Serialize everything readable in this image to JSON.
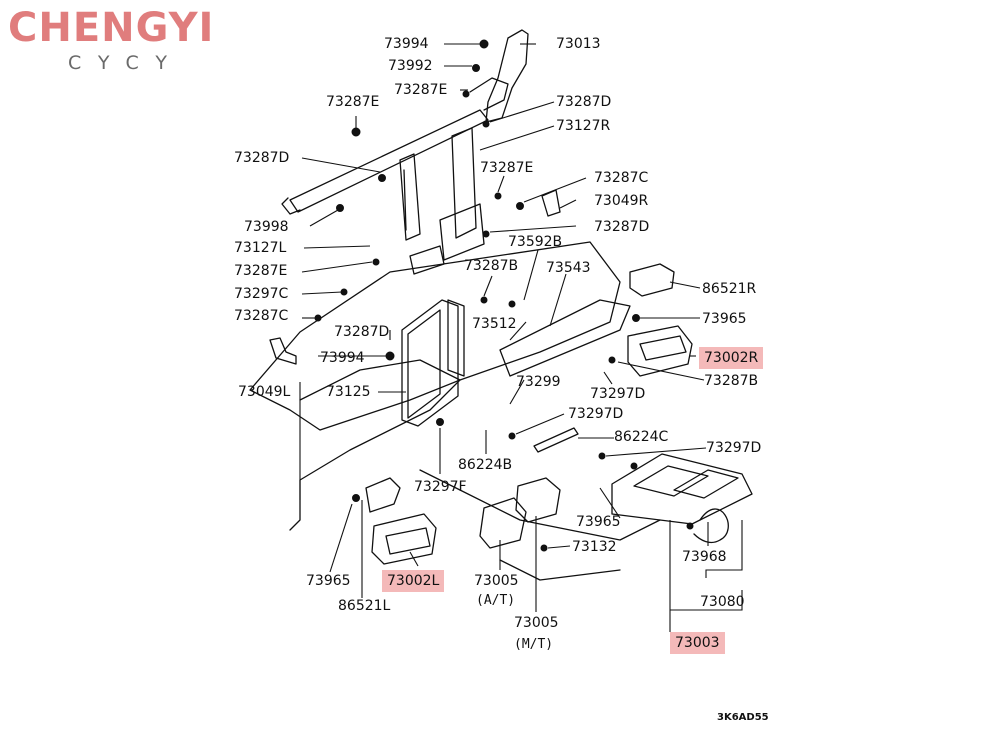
{
  "logo": {
    "main": "CHENGYI",
    "sub": "CYCY"
  },
  "diagram_code": "3K6AD55",
  "parts": [
    {
      "id": "p73994a",
      "text": "73994"
    },
    {
      "id": "p73013",
      "text": "73013"
    },
    {
      "id": "p73992",
      "text": "73992"
    },
    {
      "id": "p73287e_top",
      "text": "73287E"
    },
    {
      "id": "p73287e_left",
      "text": "73287E"
    },
    {
      "id": "p73287d_top",
      "text": "73287D"
    },
    {
      "id": "p73127r",
      "text": "73127R"
    },
    {
      "id": "p73287d_left",
      "text": "73287D"
    },
    {
      "id": "p73287e_mid",
      "text": "73287E"
    },
    {
      "id": "p73287c_right",
      "text": "73287C"
    },
    {
      "id": "p73049r",
      "text": "73049R"
    },
    {
      "id": "p73998",
      "text": "73998"
    },
    {
      "id": "p73287d_right",
      "text": "73287D"
    },
    {
      "id": "p73127l",
      "text": "73127L"
    },
    {
      "id": "p73592b",
      "text": "73592B"
    },
    {
      "id": "p73287e_low",
      "text": "73287E"
    },
    {
      "id": "p73287b_mid",
      "text": "73287B"
    },
    {
      "id": "p73543",
      "text": "73543"
    },
    {
      "id": "p86521r",
      "text": "86521R"
    },
    {
      "id": "p73297c",
      "text": "73297C"
    },
    {
      "id": "p73287c_left",
      "text": "73287C"
    },
    {
      "id": "p73512",
      "text": "73512"
    },
    {
      "id": "p73965_r",
      "text": "73965"
    },
    {
      "id": "p73287d_low",
      "text": "73287D"
    },
    {
      "id": "p73002r",
      "text": "73002R",
      "highlight": true
    },
    {
      "id": "p73994b",
      "text": "73994"
    },
    {
      "id": "p73299",
      "text": "73299"
    },
    {
      "id": "p73287b_r",
      "text": "73287B"
    },
    {
      "id": "p73049l",
      "text": "73049L"
    },
    {
      "id": "p73125",
      "text": "73125"
    },
    {
      "id": "p73297d_a",
      "text": "73297D"
    },
    {
      "id": "p73297d_b",
      "text": "73297D"
    },
    {
      "id": "p86224c",
      "text": "86224C"
    },
    {
      "id": "p73297d_c",
      "text": "73297D"
    },
    {
      "id": "p86224b",
      "text": "86224B"
    },
    {
      "id": "p73297f",
      "text": "73297F"
    },
    {
      "id": "p73965_m",
      "text": "73965"
    },
    {
      "id": "p73132",
      "text": "73132"
    },
    {
      "id": "p73968",
      "text": "73968"
    },
    {
      "id": "p73965_l",
      "text": "73965"
    },
    {
      "id": "p73002l",
      "text": "73002L",
      "highlight": true
    },
    {
      "id": "p73005_at",
      "text": "73005"
    },
    {
      "id": "p73080",
      "text": "73080"
    },
    {
      "id": "p86521l",
      "text": "86521L"
    },
    {
      "id": "p73005_mt",
      "text": "73005"
    },
    {
      "id": "p73003",
      "text": "73003",
      "highlight": true
    }
  ],
  "sub_labels": {
    "at": "(A/T)",
    "mt": "(M/T)"
  },
  "colors": {
    "highlight": "#f4b9b9",
    "logo_red": "#e07d7d",
    "line": "#111111"
  }
}
